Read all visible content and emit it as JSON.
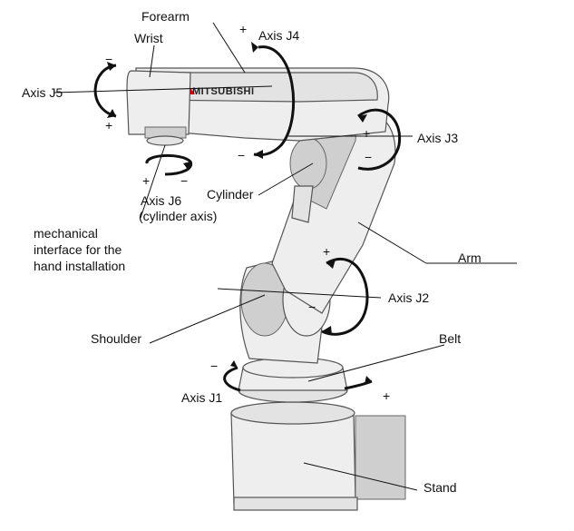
{
  "labels": {
    "forearm": "Forearm",
    "wrist": "Wrist",
    "axis_j4": "Axis J4",
    "axis_j5": "Axis J5",
    "axis_j3": "Axis J3",
    "cylinder": "Cylinder",
    "axis_j6_line1": "Axis J6",
    "axis_j6_line2": "(cylinder axis)",
    "mech_line1": "mechanical",
    "mech_line2": "interface for the",
    "mech_line3": "hand installation",
    "arm": "Arm",
    "axis_j2": "Axis J2",
    "shoulder": "Shoulder",
    "belt": "Belt",
    "axis_j1": "Axis J1",
    "stand": "Stand"
  },
  "brand": "MITSUBISHI",
  "signs": {
    "plus": "+",
    "minus": "−"
  },
  "colors": {
    "robot_body": "#eeeeee",
    "outline": "#555555",
    "arrows": "#111111",
    "background": "#ffffff"
  }
}
